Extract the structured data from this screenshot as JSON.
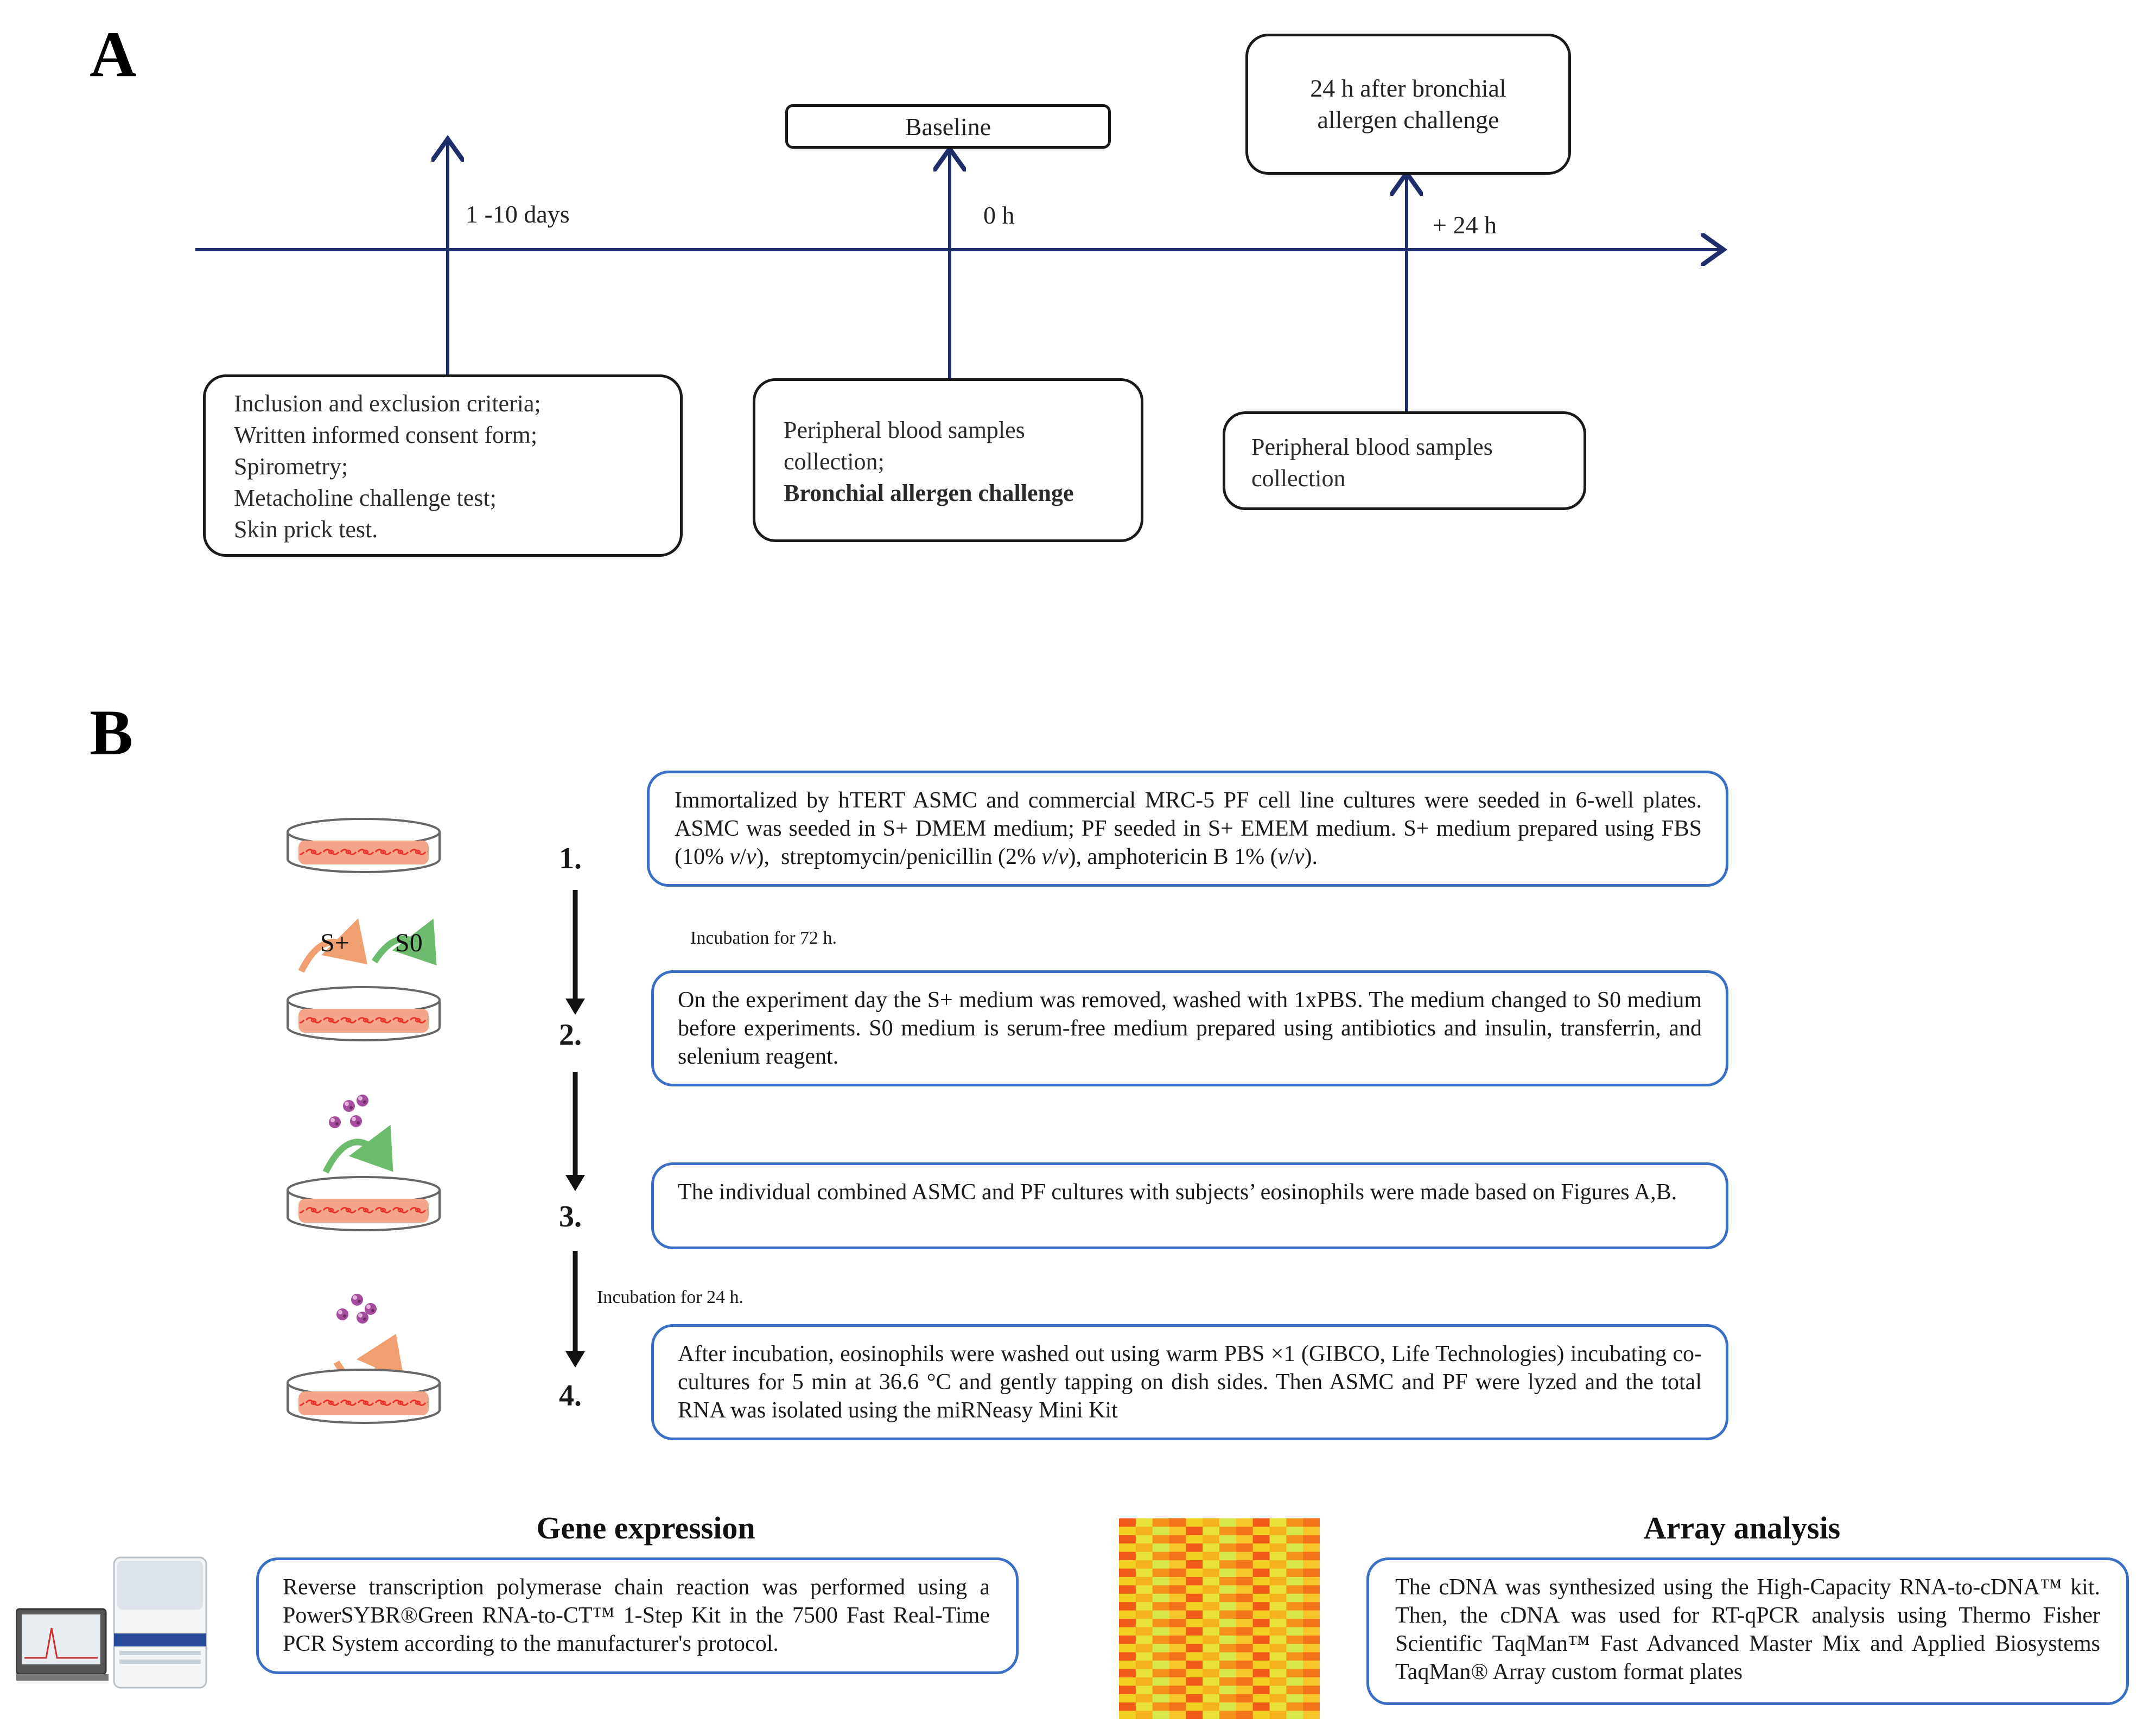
{
  "panel_a": {
    "letter": "A",
    "timeline_labels": [
      "1 -10 days",
      "0 h",
      "+ 24 h"
    ],
    "top_boxes": {
      "baseline": "Baseline",
      "after_24h": [
        "24 h after bronchial",
        "allergen challenge"
      ]
    },
    "bottom_boxes": {
      "screening": [
        "Inclusion and exclusion criteria;",
        "Written informed consent form;",
        "Spirometry;",
        "Metacholine challenge test;",
        "Skin prick test."
      ],
      "baseline_collection": [
        "Peripheral blood samples",
        "collection;"
      ],
      "baseline_collection_bold": "Bronchial allergen challenge",
      "followup_collection": [
        "Peripheral blood samples",
        "collection"
      ]
    }
  },
  "panel_b": {
    "letter": "B",
    "steps": [
      {
        "number": "1.",
        "text_html": "Immortalized by hTERT ASMC and commercial MRC-5 PF cell line cultures were seeded in 6-well plates. ASMC was seeded in S+ DMEM medium; PF seeded in S+ EMEM medium. S+ medium prepared using FBS (10% <i>v</i>/<i>v</i>),&nbsp; streptomycin/penicillin (2% <i>v</i>/<i>v</i>), amphotericin B 1% (<i>v</i>/<i>v</i>)."
      },
      {
        "number": "2.",
        "text": "On the experiment day the S+ medium was removed, washed with 1xPBS. The medium changed to S0 medium before experiments. S0 medium is serum-free medium prepared using antibiotics and insulin, transferrin, and selenium reagent."
      },
      {
        "number": "3.",
        "text": "The individual combined ASMC and PF cultures with subjects’ eosinophils were made based on Figures A,B."
      },
      {
        "number": "4.",
        "text": "After incubation, eosinophils were washed out using warm PBS ×1 (GIBCO, Life Technologies) incubating co-cultures for 5 min at 36.6 °C and gently tapping on dish sides. Then ASMC and PF were lyzed and the total RNA was isolated using the miRNeasy Mini Kit"
      }
    ],
    "incubation_labels": [
      "Incubation for 72 h.",
      "Incubation for 24 h."
    ],
    "medium_labels": [
      "S+",
      "S0"
    ],
    "gene_expression": {
      "title": "Gene expression",
      "text": "Reverse transcription polymerase chain reaction was performed using a PowerSYBR®Green RNA-to-CT™ 1-Step Kit in the 7500 Fast Real-Time PCR System according to the manufacturer's protocol."
    },
    "array_analysis": {
      "title": "Array analysis",
      "text": "The cDNA was synthesized using the High-Capacity RNA-to-cDNA™ kit. Then, the cDNA was used for RT-qPCR analysis using Thermo Fisher Scientific TaqMan™ Fast Advanced Master Mix and Applied Biosystems TaqMan® Array custom format plates"
    }
  },
  "colors": {
    "timeline": "#1f2d6b",
    "box_border_a": "#1a1a1a",
    "box_border_b": "#3b6fc4",
    "dish_fill": "#f5a58a",
    "dish_cells": "#e8362a",
    "arrow_orange": "#f0a070",
    "arrow_green": "#6dbb6d",
    "eosinophil": "#a64c9e"
  }
}
